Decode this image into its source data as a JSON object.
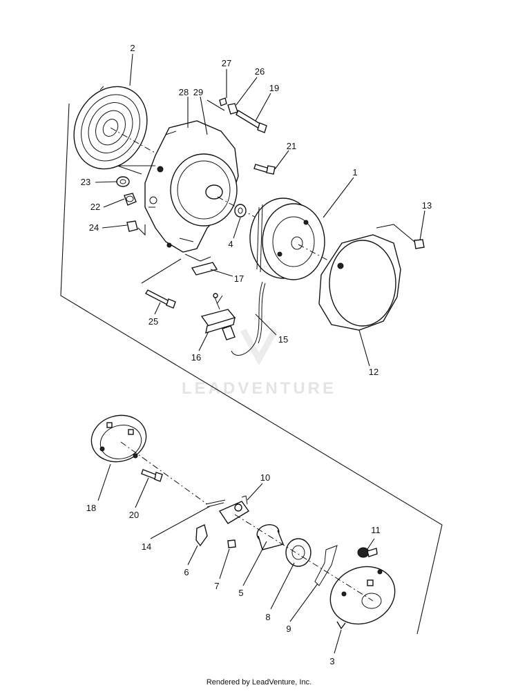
{
  "diagram": {
    "callouts": [
      "1",
      "2",
      "3",
      "4",
      "5",
      "6",
      "7",
      "8",
      "9",
      "10",
      "11",
      "12",
      "13",
      "14",
      "15",
      "16",
      "17",
      "18",
      "19",
      "20",
      "21",
      "22",
      "23",
      "24",
      "25",
      "26",
      "27",
      "28",
      "29"
    ],
    "watermark": "LEADVENTURE",
    "footer": "Rendered by LeadVenture, Inc."
  }
}
